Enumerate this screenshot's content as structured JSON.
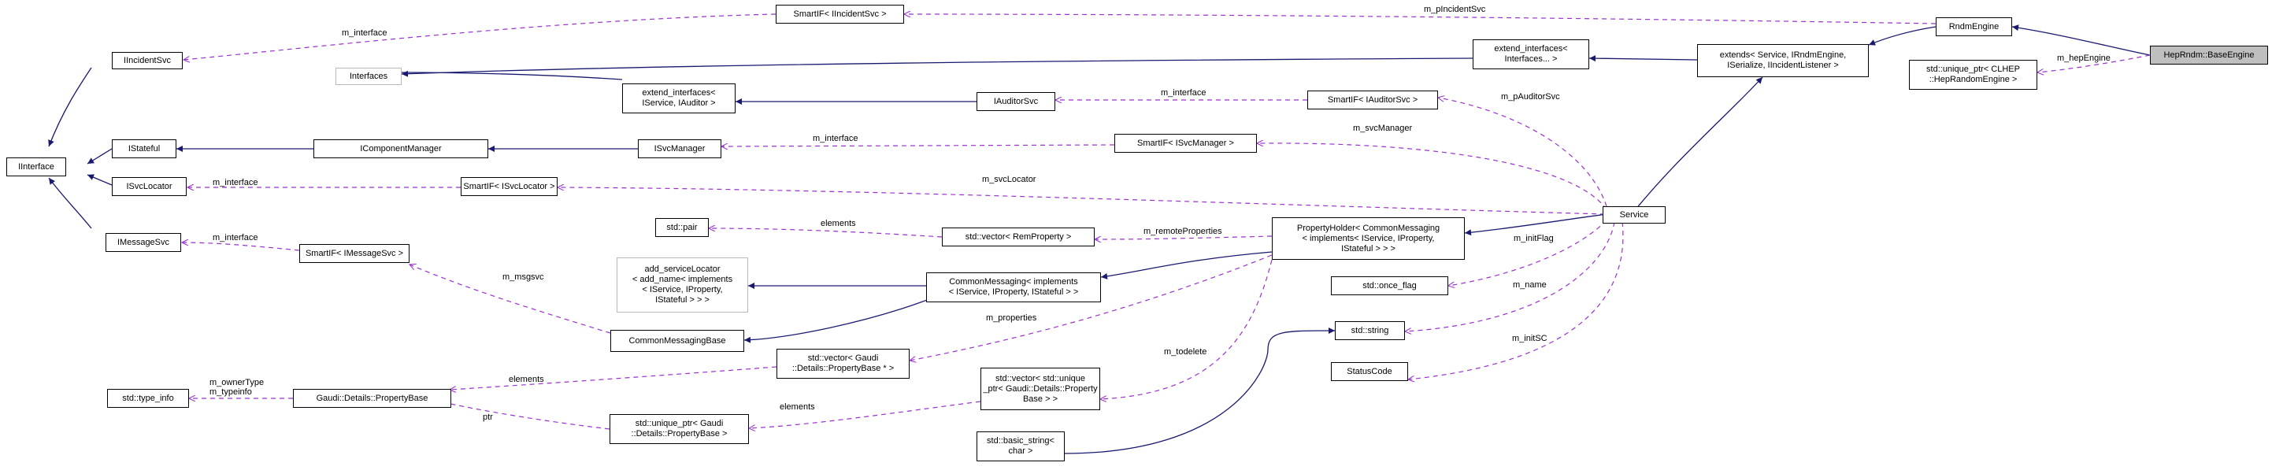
{
  "nodes": {
    "iinterface": "IInterface",
    "iincidentsvc": "IIncidentSvc",
    "istateful": "IStateful",
    "isvclocator": "ISvcLocator",
    "imessagesvc": "IMessageSvc",
    "std_type_info": "std::type_info",
    "interfaces": "Interfaces",
    "extend_interfaces_svc_auditor": "extend_interfaces<\nIService, IAuditor >",
    "icomponentmanager": "IComponentManager",
    "isvcmanager": "ISvcManager",
    "smartif_isvclocator": "SmartIF< ISvcLocator >",
    "smartif_imessagesvc": "SmartIF< IMessageSvc >",
    "std_pair": "std::pair",
    "add_servicelocator": "add_serviceLocator\n< add_name< implements\n< IService, IProperty,\nIStateful > > >",
    "commonmessagingbase": "CommonMessagingBase",
    "propertybase": "Gaudi::Details::PropertyBase",
    "smartif_iincidentsvc": "SmartIF< IIncidentSvc >",
    "iauditorsvc": "IAuditorSvc",
    "std_vector_remproperty": "std::vector< RemProperty >",
    "commonmessaging_implements": "CommonMessaging< implements\n< IService, IProperty, IStateful > >",
    "std_vector_propertybase_ptr": "std::vector< Gaudi\n::Details::PropertyBase * >",
    "std_unique_ptr_propertybase": "std::unique_ptr< Gaudi\n::Details::PropertyBase >",
    "smartif_iauditorsvc": "SmartIF< IAuditorSvc >",
    "smartif_isvcmanager": "SmartIF< ISvcManager >",
    "propertyholder": "PropertyHolder< CommonMessaging\n< implements< IService, IProperty,\nIStateful > > >",
    "std_once_flag": "std::once_flag",
    "std_string": "std::string",
    "statuscode": "StatusCode",
    "std_vector_unique_ptr": "std::vector< std::unique\n_ptr< Gaudi::Details::Property\nBase > >",
    "std_basic_string": "std::basic_string<\nchar >",
    "extend_interfaces_dots": "extend_interfaces<\nInterfaces... >",
    "extends_service": "extends< Service, IRndmEngine,\nISerialize, IIncidentListener >",
    "service": "Service",
    "rndmengine": "RndmEngine",
    "std_unique_ptr_hep": "std::unique_ptr< CLHEP\n::HepRandomEngine >",
    "heprndm_baseengine": "HepRndm::BaseEngine"
  },
  "edge_labels": {
    "m_interface": "m_interface",
    "m_pIncidentSvc": "m_pIncidentSvc",
    "m_pAuditorSvc": "m_pAuditorSvc",
    "m_svcManager": "m_svcManager",
    "m_svcLocator": "m_svcLocator",
    "elements": "elements",
    "m_remoteProperties": "m_remoteProperties",
    "m_initFlag": "m_initFlag",
    "m_msgsvc": "m_msgsvc",
    "m_name": "m_name",
    "m_properties": "m_properties",
    "m_initSC": "m_initSC",
    "m_todelete": "m_todelete",
    "m_ownerType_typeinfo": "m_ownerType\nm_typeinfo",
    "ptr": "ptr",
    "m_hepEngine": "m_hepEngine"
  },
  "colors": {
    "inheritance": "#191970",
    "usage": "#9a32cd",
    "border": "#000000",
    "template_border": "#b8b8b8",
    "highlight_fill": "#bfbfbf"
  }
}
